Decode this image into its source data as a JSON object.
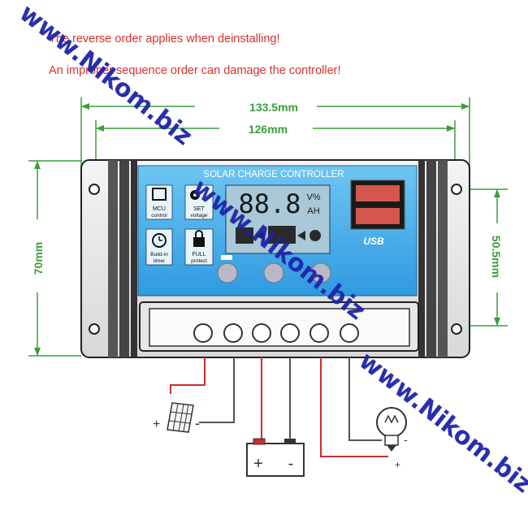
{
  "warnings": {
    "line1": "The reverse order applies when deinstalling!",
    "line2": "An improper sequence order can damage the controller!"
  },
  "dimensions": {
    "total_width": "133.5mm",
    "hole_spacing_width": "126mm",
    "height": "70mm",
    "hole_spacing_height": "50.5mm"
  },
  "panel": {
    "title": "SOLAR CHARGE CONTROLLER",
    "lcd_digits": "88.8",
    "lcd_unit_top": "V%",
    "lcd_unit_bottom": "AH",
    "usb_label": "USB",
    "features": [
      {
        "label1": "MCU",
        "label2": "control",
        "icon": "chip-icon"
      },
      {
        "label1": "SET",
        "label2": "voltage",
        "icon": "gear-icon"
      },
      {
        "label1": "Build-in",
        "label2": "timer",
        "icon": "clock-icon"
      },
      {
        "label1": "FULL",
        "label2": "protect",
        "icon": "lock-icon"
      }
    ]
  },
  "wiring": {
    "solar_plus": "+",
    "solar_minus": "-",
    "battery_plus": "+",
    "battery_minus": "-",
    "load_plus": "+",
    "load_minus": "-"
  },
  "watermark": "www.Nikom.biz",
  "colors": {
    "dim_green": "#3a9d3a",
    "warn_red": "#d8322c",
    "panel_blue": "#3ba7e6",
    "wire_red": "#d22b2b",
    "watermark_blue": "#1e23a8"
  }
}
